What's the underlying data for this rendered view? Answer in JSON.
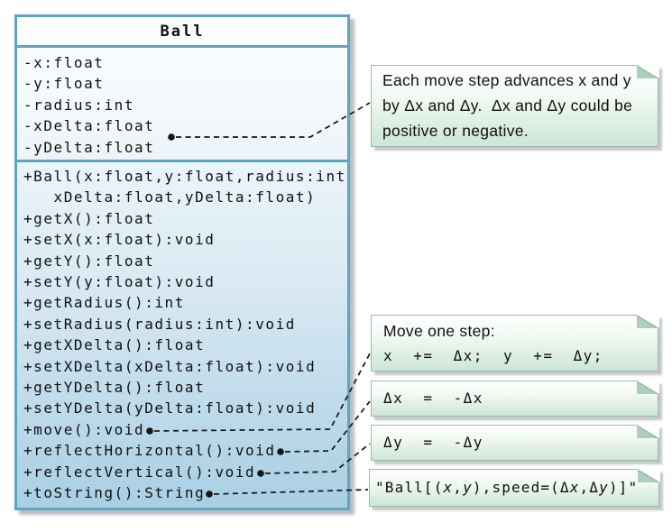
{
  "diagram": {
    "ball_class": {
      "name": "Ball",
      "attributes": [
        "-x:float",
        "-y:float",
        "-radius:int",
        "-xDelta:float",
        "-yDelta:float"
      ],
      "methods": [
        "+Ball(x:float,y:float,radius:int",
        "   xDelta:float,yDelta:float)",
        "+getX():float",
        "+setX(x:float):void",
        "+getY():float",
        "+setY(y:float):void",
        "+getRadius():int",
        "+setRadius(radius:int):void",
        "+getXDelta():float",
        "+setXDelta(xDelta:float):void",
        "+getYDelta():float",
        "+setYDelta(yDelta:float):void",
        "+move():void",
        "+reflectHorizontal():void",
        "+reflectVertical():void",
        "+toString():String"
      ]
    },
    "notes": {
      "attributes_note": {
        "lines": [
          "Each move step advances x and y",
          "by Δx and Δy.  Δx and Δy could be",
          "positive or negative."
        ]
      },
      "move_note": {
        "heading": "Move one step:",
        "code": "x  +=  Δx;  y  +=  Δy;"
      },
      "reflect_horizontal_note": {
        "code": "Δx  =  -Δx"
      },
      "reflect_vertical_note": {
        "code": "Δy  =  -Δy"
      },
      "tostring_note": {
        "code_segments": [
          {
            "text": "\"Ball[(",
            "italic": false
          },
          {
            "text": "x",
            "italic": true
          },
          {
            "text": ",",
            "italic": false
          },
          {
            "text": "y",
            "italic": true
          },
          {
            "text": "),speed=(Δ",
            "italic": false
          },
          {
            "text": "x",
            "italic": true
          },
          {
            "text": ",Δ",
            "italic": false
          },
          {
            "text": "y",
            "italic": true
          },
          {
            "text": ")]\"",
            "italic": false
          }
        ]
      }
    },
    "colors": {
      "class_border": "#5ca7bf",
      "class_fill_top": "#fdfeff",
      "class_fill_bottom": "#a9cfe4",
      "note_border": "#9cbaa8",
      "note_fill_top": "#ffffff",
      "note_fill_bottom": "#cde6d6",
      "note_fold": "#aecfbb",
      "connector": "#151515"
    }
  }
}
